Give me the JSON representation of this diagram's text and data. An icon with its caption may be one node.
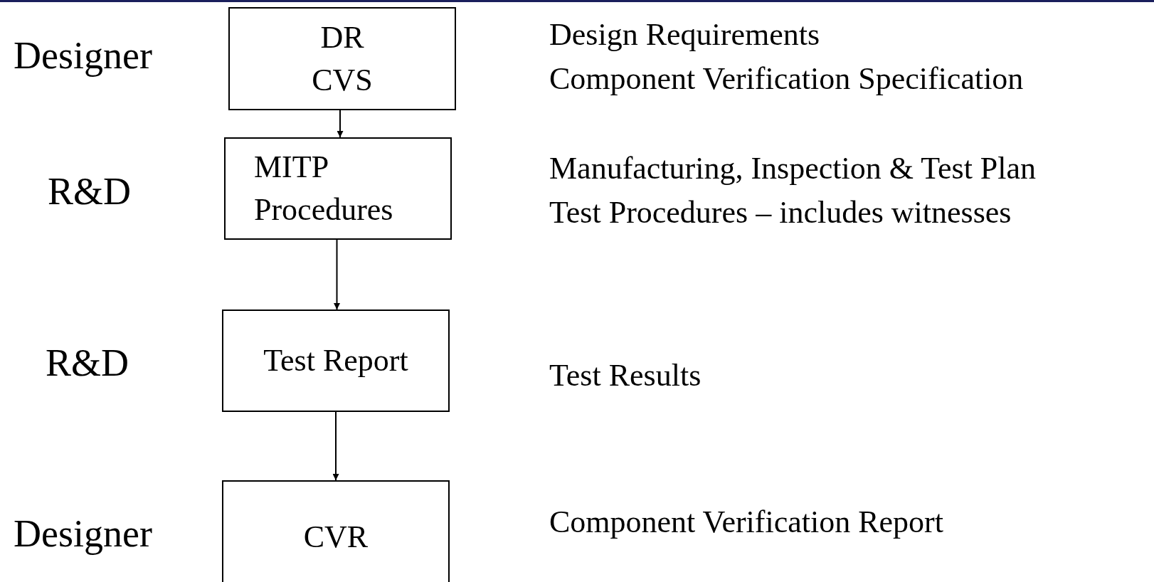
{
  "diagram": {
    "nodes": [
      {
        "text": [
          "DR",
          "CVS"
        ]
      },
      {
        "text": [
          "MITP",
          "Procedures"
        ]
      },
      {
        "text": [
          "Test Report"
        ]
      },
      {
        "text": [
          "CVR"
        ]
      }
    ],
    "edges": [
      {
        "from": 0,
        "to": 1,
        "arrow": "to"
      },
      {
        "from": 1,
        "to": 2,
        "arrow": "to"
      },
      {
        "from": 2,
        "to": 3,
        "arrow": "to"
      }
    ],
    "labels": [
      "Designer",
      "Design Requirements",
      "Component Verification Specification",
      "R&D",
      "Manufacturing, Inspection & Test Plan",
      "Test Procedures – includes witnesses",
      "R&D",
      "Test Results",
      "Designer",
      "Component Verification Report"
    ]
  }
}
